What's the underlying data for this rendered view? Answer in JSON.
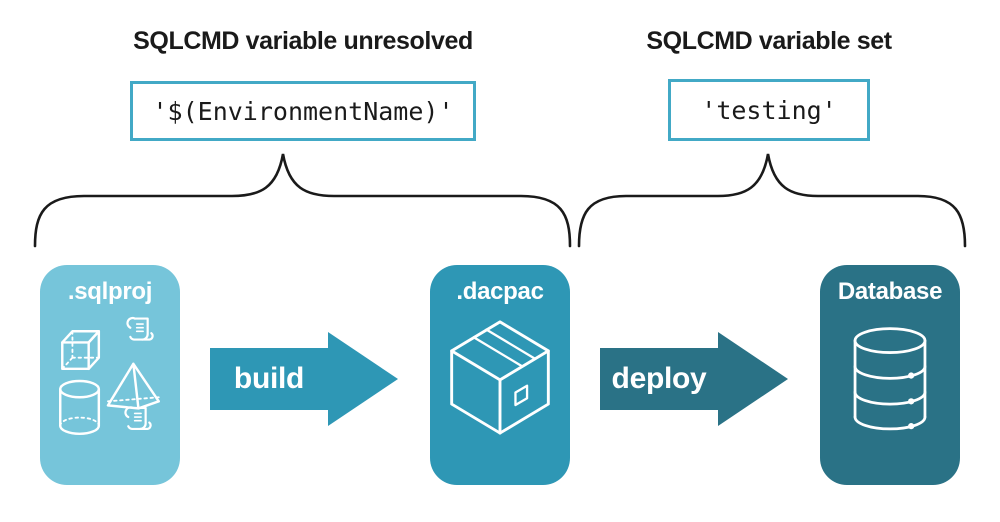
{
  "diagram": {
    "left_annotation": {
      "title": "SQLCMD variable unresolved",
      "code": "'$(EnvironmentName)'"
    },
    "right_annotation": {
      "title": "SQLCMD variable set",
      "code": "'testing'"
    },
    "nodes": [
      {
        "label": ".sqlproj",
        "color": "#76C5DA",
        "icon": "sql-objects-icon"
      },
      {
        "label": ".dacpac",
        "color": "#2E97B5",
        "icon": "package-icon"
      },
      {
        "label": "Database",
        "color": "#2A7286",
        "icon": "database-icon"
      }
    ],
    "arrows": [
      {
        "label": "build",
        "color": "#2E97B5"
      },
      {
        "label": "deploy",
        "color": "#2A7286"
      }
    ],
    "colors": {
      "code_box_border": "#42A9C6",
      "brace": "#1A1A1A",
      "heading_text": "#1A1A1A",
      "node_text": "#FFFFFF",
      "background": "#FFFFFF"
    }
  }
}
